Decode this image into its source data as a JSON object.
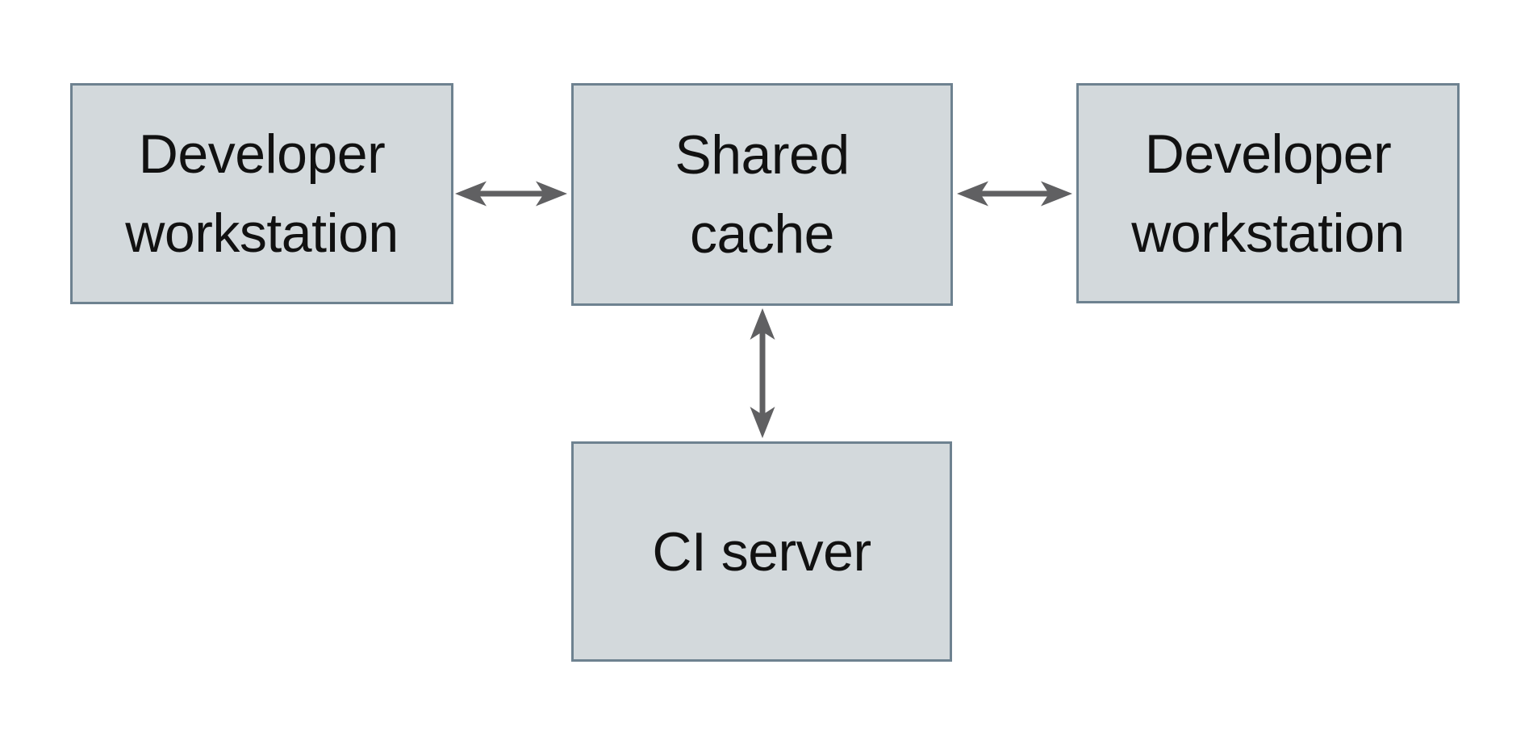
{
  "diagram": {
    "colors": {
      "background": "#ffffff",
      "node_fill": "#d3d9dc",
      "node_border": "#6e8290",
      "arrow_color": "#606062",
      "text_color": "#111111"
    },
    "nodes": [
      {
        "id": "developer-workstation-left",
        "label": "Developer workstation",
        "lines": [
          "Developer",
          "workstation"
        ]
      },
      {
        "id": "shared-cache",
        "label": "Shared cache",
        "lines": [
          "Shared",
          "cache"
        ]
      },
      {
        "id": "developer-workstation-right",
        "label": "Developer workstation",
        "lines": [
          "Developer",
          "workstation"
        ]
      },
      {
        "id": "ci-server",
        "label": "CI server",
        "lines": [
          "CI server"
        ]
      }
    ],
    "edges": [
      {
        "from": "developer-workstation-left",
        "to": "shared-cache",
        "direction": "bidirectional",
        "orientation": "horizontal"
      },
      {
        "from": "shared-cache",
        "to": "developer-workstation-right",
        "direction": "bidirectional",
        "orientation": "horizontal"
      },
      {
        "from": "shared-cache",
        "to": "ci-server",
        "direction": "bidirectional",
        "orientation": "vertical"
      }
    ]
  }
}
